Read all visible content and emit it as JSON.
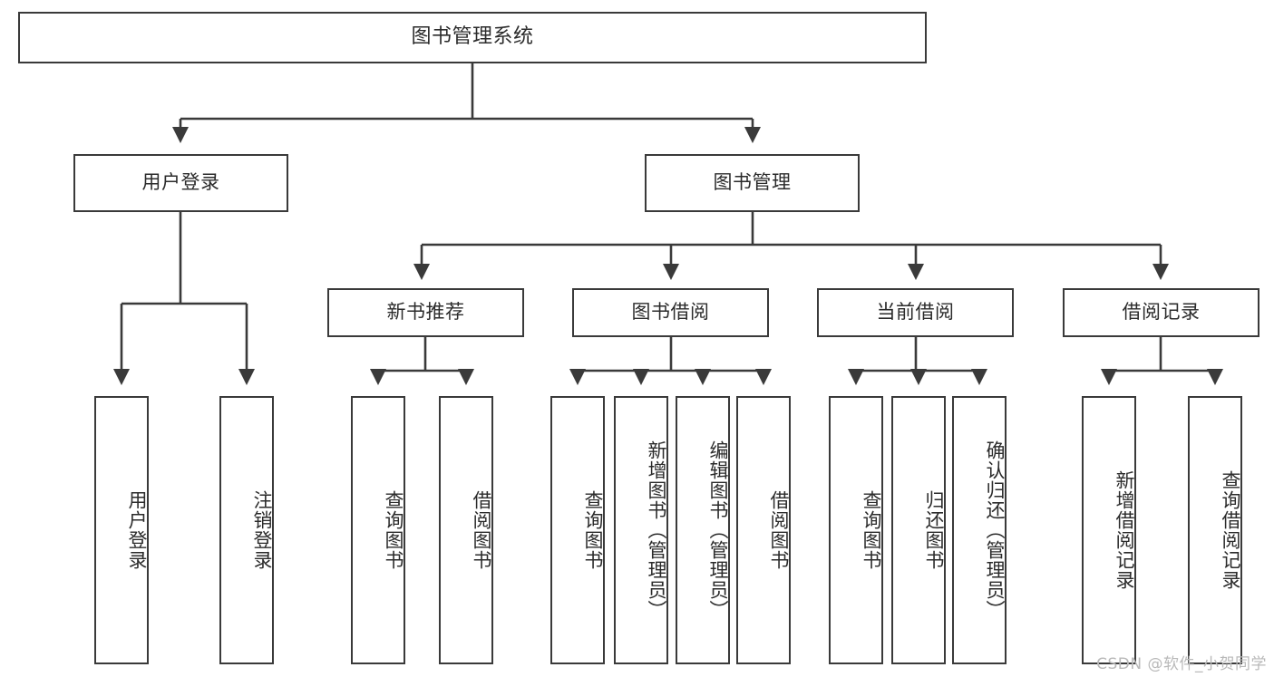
{
  "diagram": {
    "title": "图书管理系统",
    "watermark": "CSDN @软件_小贺同学",
    "line_color": "#3a3a3a",
    "text_color": "#2b2b2b",
    "background": "#ffffff"
  },
  "nodes": {
    "root": {
      "label": "图书管理系统"
    },
    "level1": [
      {
        "label": "用户登录"
      },
      {
        "label": "图书管理"
      }
    ],
    "level2": [
      {
        "label": "新书推荐"
      },
      {
        "label": "图书借阅"
      },
      {
        "label": "当前借阅"
      },
      {
        "label": "借阅记录"
      }
    ],
    "leaves": {
      "user_login": [
        {
          "label": "用户登录"
        },
        {
          "label": "注销登录"
        }
      ],
      "new_book": [
        {
          "label": "查询图书"
        },
        {
          "label": "借阅图书"
        }
      ],
      "book_borrow": [
        {
          "label": "查询图书"
        },
        {
          "label": "新增图书（管理员）"
        },
        {
          "label": "编辑图书（管理员）"
        },
        {
          "label": "借阅图书"
        }
      ],
      "current_borrow": [
        {
          "label": "查询图书"
        },
        {
          "label": "归还图书"
        },
        {
          "label": "确认归还（管理员）"
        }
      ],
      "borrow_record": [
        {
          "label": "新增借阅记录"
        },
        {
          "label": "查询借阅记录"
        }
      ]
    }
  }
}
